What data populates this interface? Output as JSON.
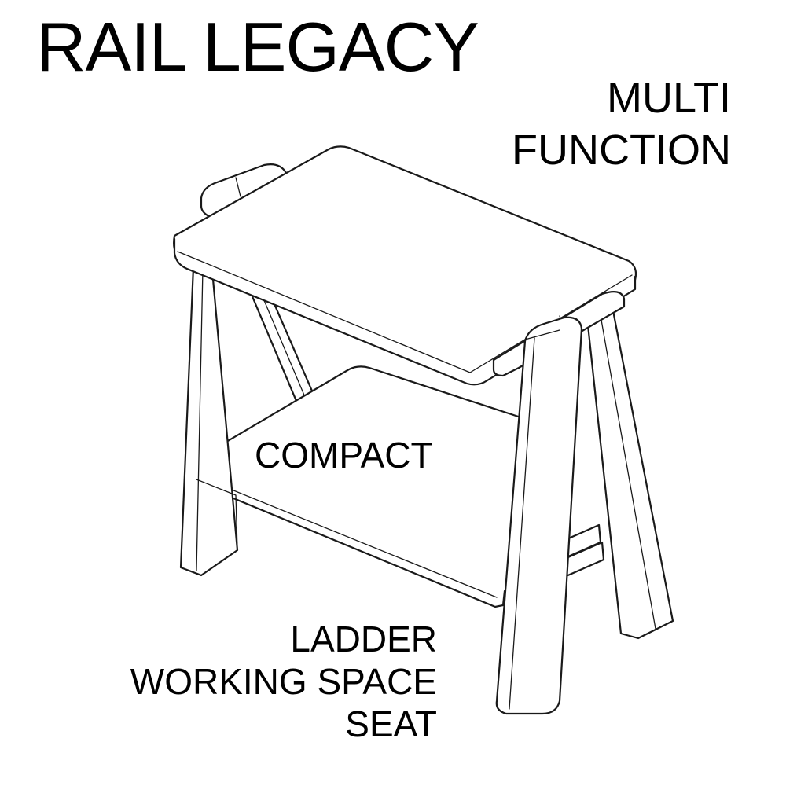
{
  "title": "RAIL LEGACY",
  "tagline": {
    "line1": "MULTI",
    "line2": "FUNCTION"
  },
  "compact_label": "COMPACT",
  "uses": {
    "line1": "LADDER",
    "line2": "WORKING SPACE",
    "line3": "SEAT"
  },
  "illustration": {
    "subject": "step-stool-line-drawing",
    "line_color": "#1a1a1a",
    "background": "#ffffff"
  }
}
